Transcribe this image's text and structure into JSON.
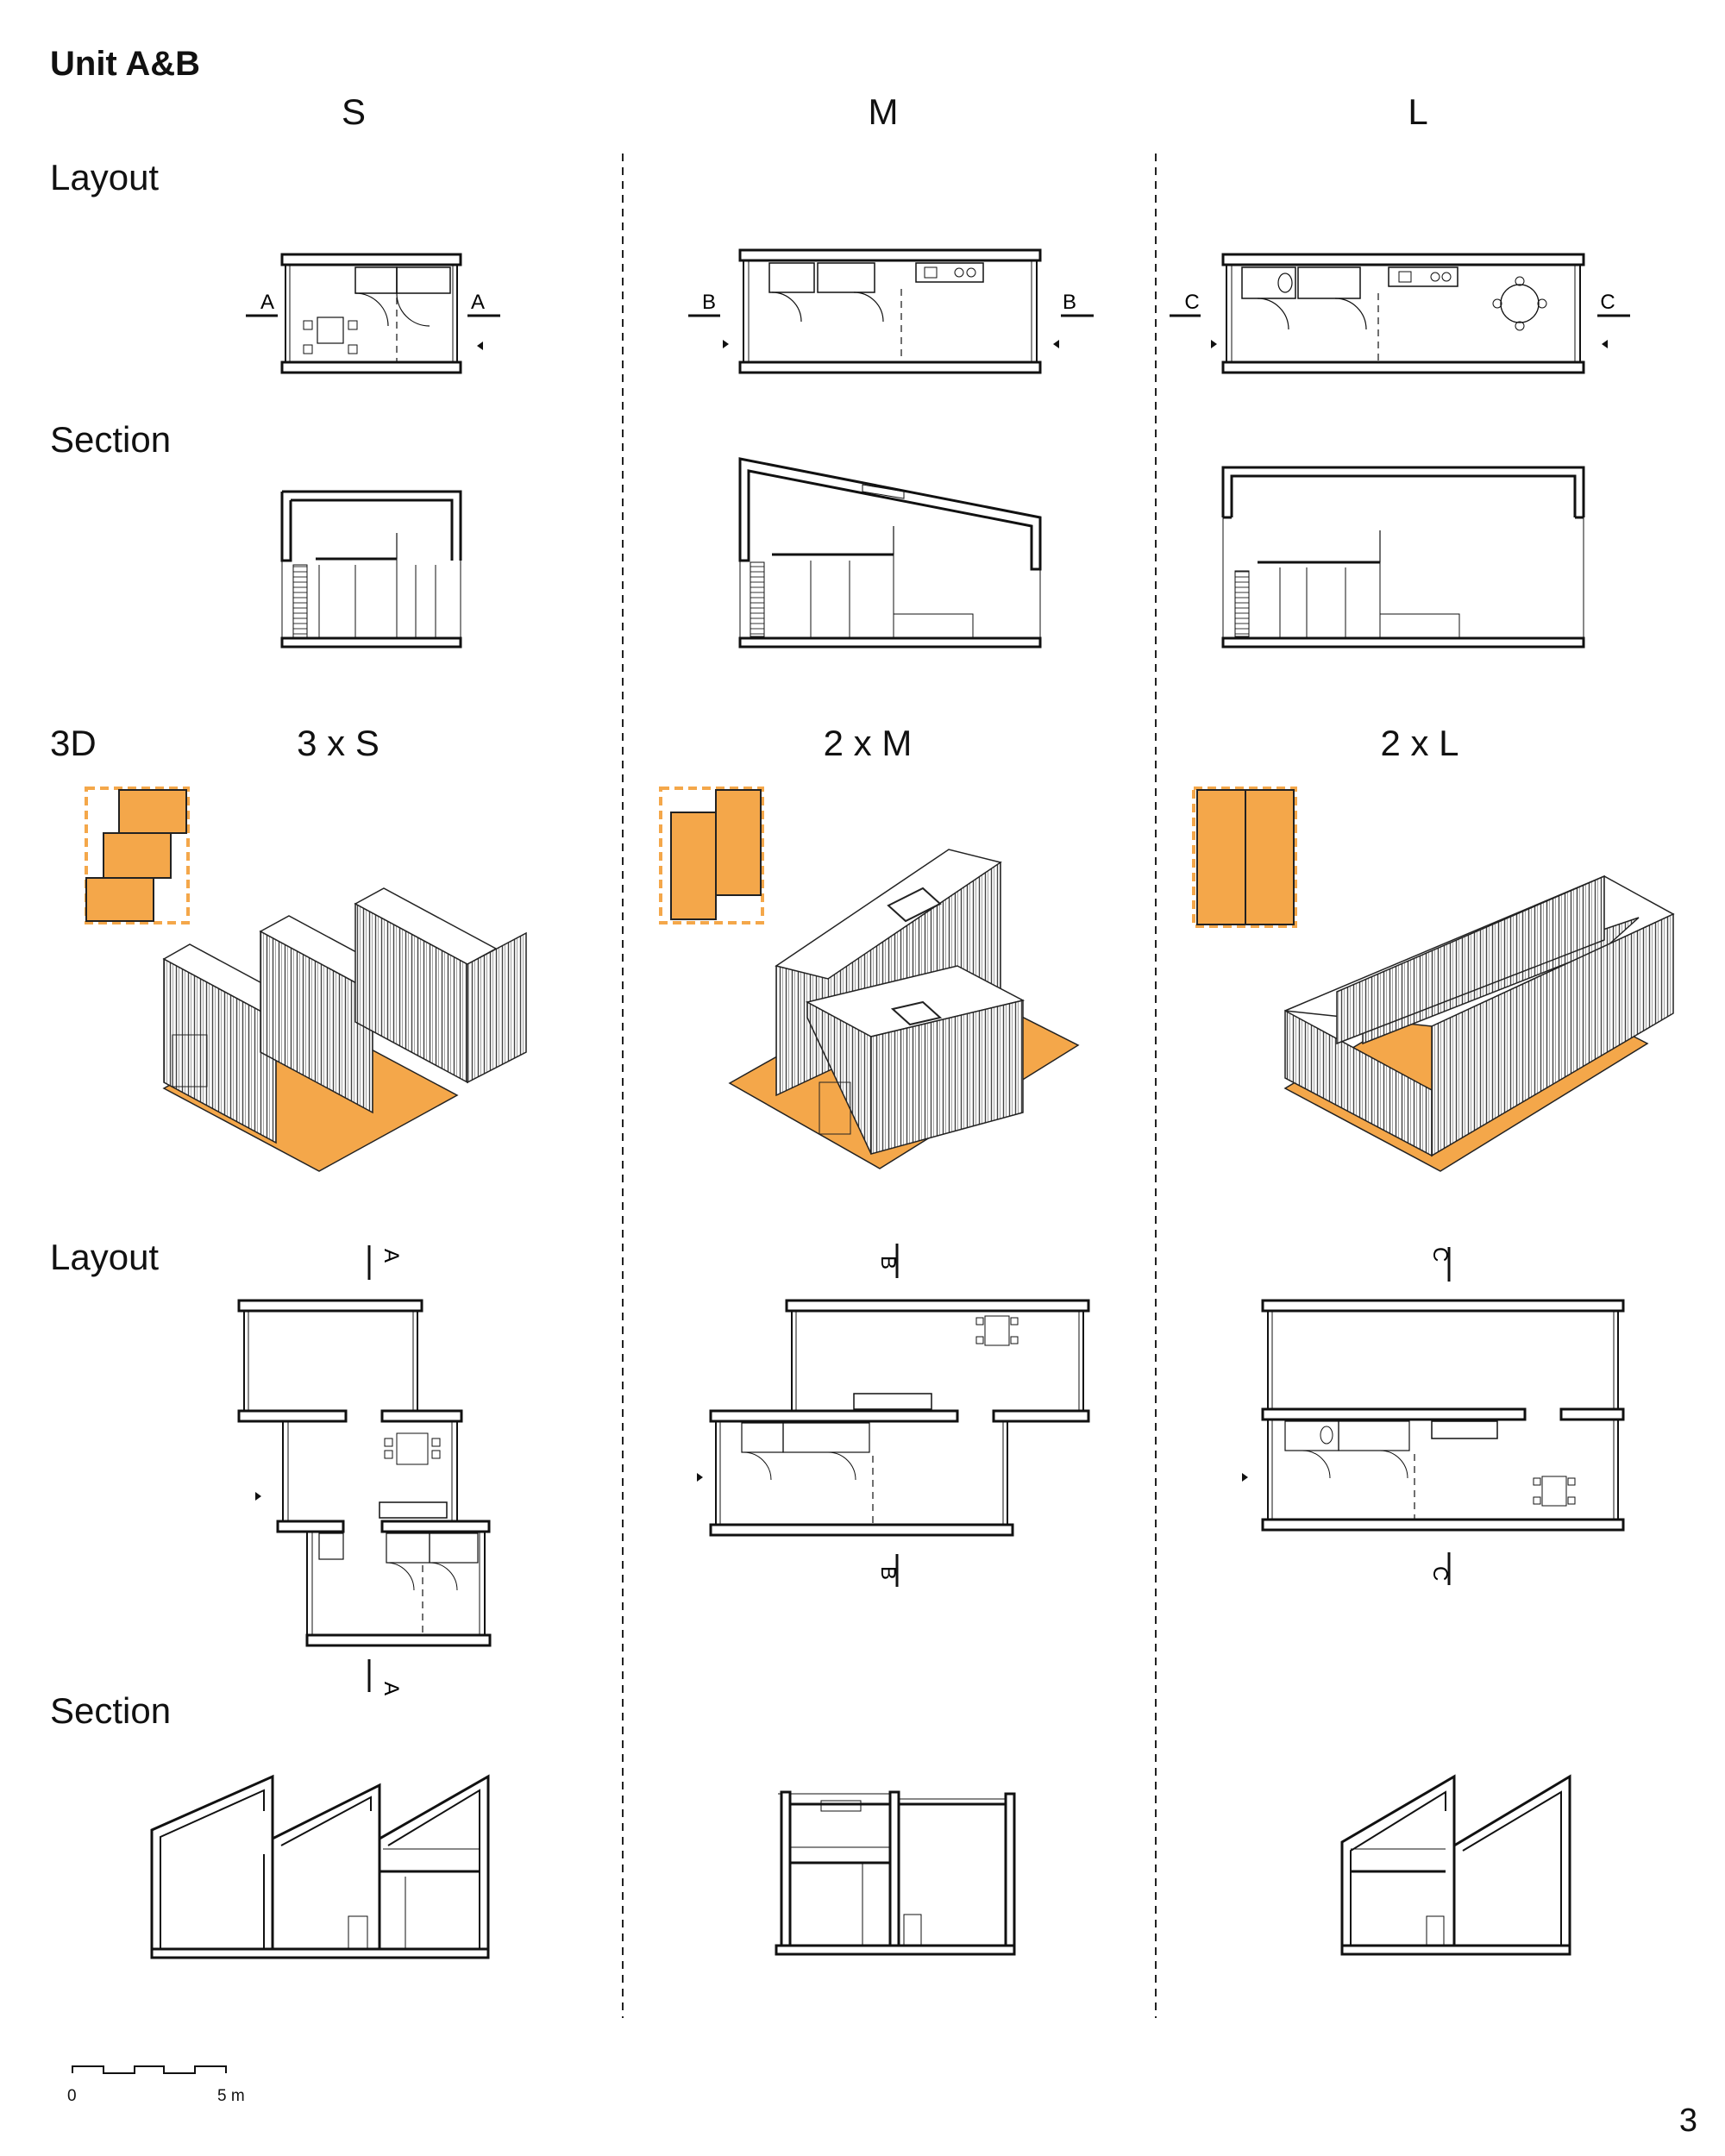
{
  "title": "Unit A&B",
  "columns": [
    "S",
    "M",
    "L"
  ],
  "row_labels": {
    "layout_top": "Layout",
    "section_top": "Section",
    "threed": "3D",
    "layout_bottom": "Layout",
    "section_bottom": "Section"
  },
  "combos": [
    "3 x S",
    "2 x M",
    "2 x L"
  ],
  "section_marks": [
    "A",
    "B",
    "C"
  ],
  "scale_bar": {
    "start": "0",
    "end": "5 m"
  },
  "page_number": "3",
  "colors": {
    "accent": "#F4A74A",
    "line": "#111111"
  }
}
